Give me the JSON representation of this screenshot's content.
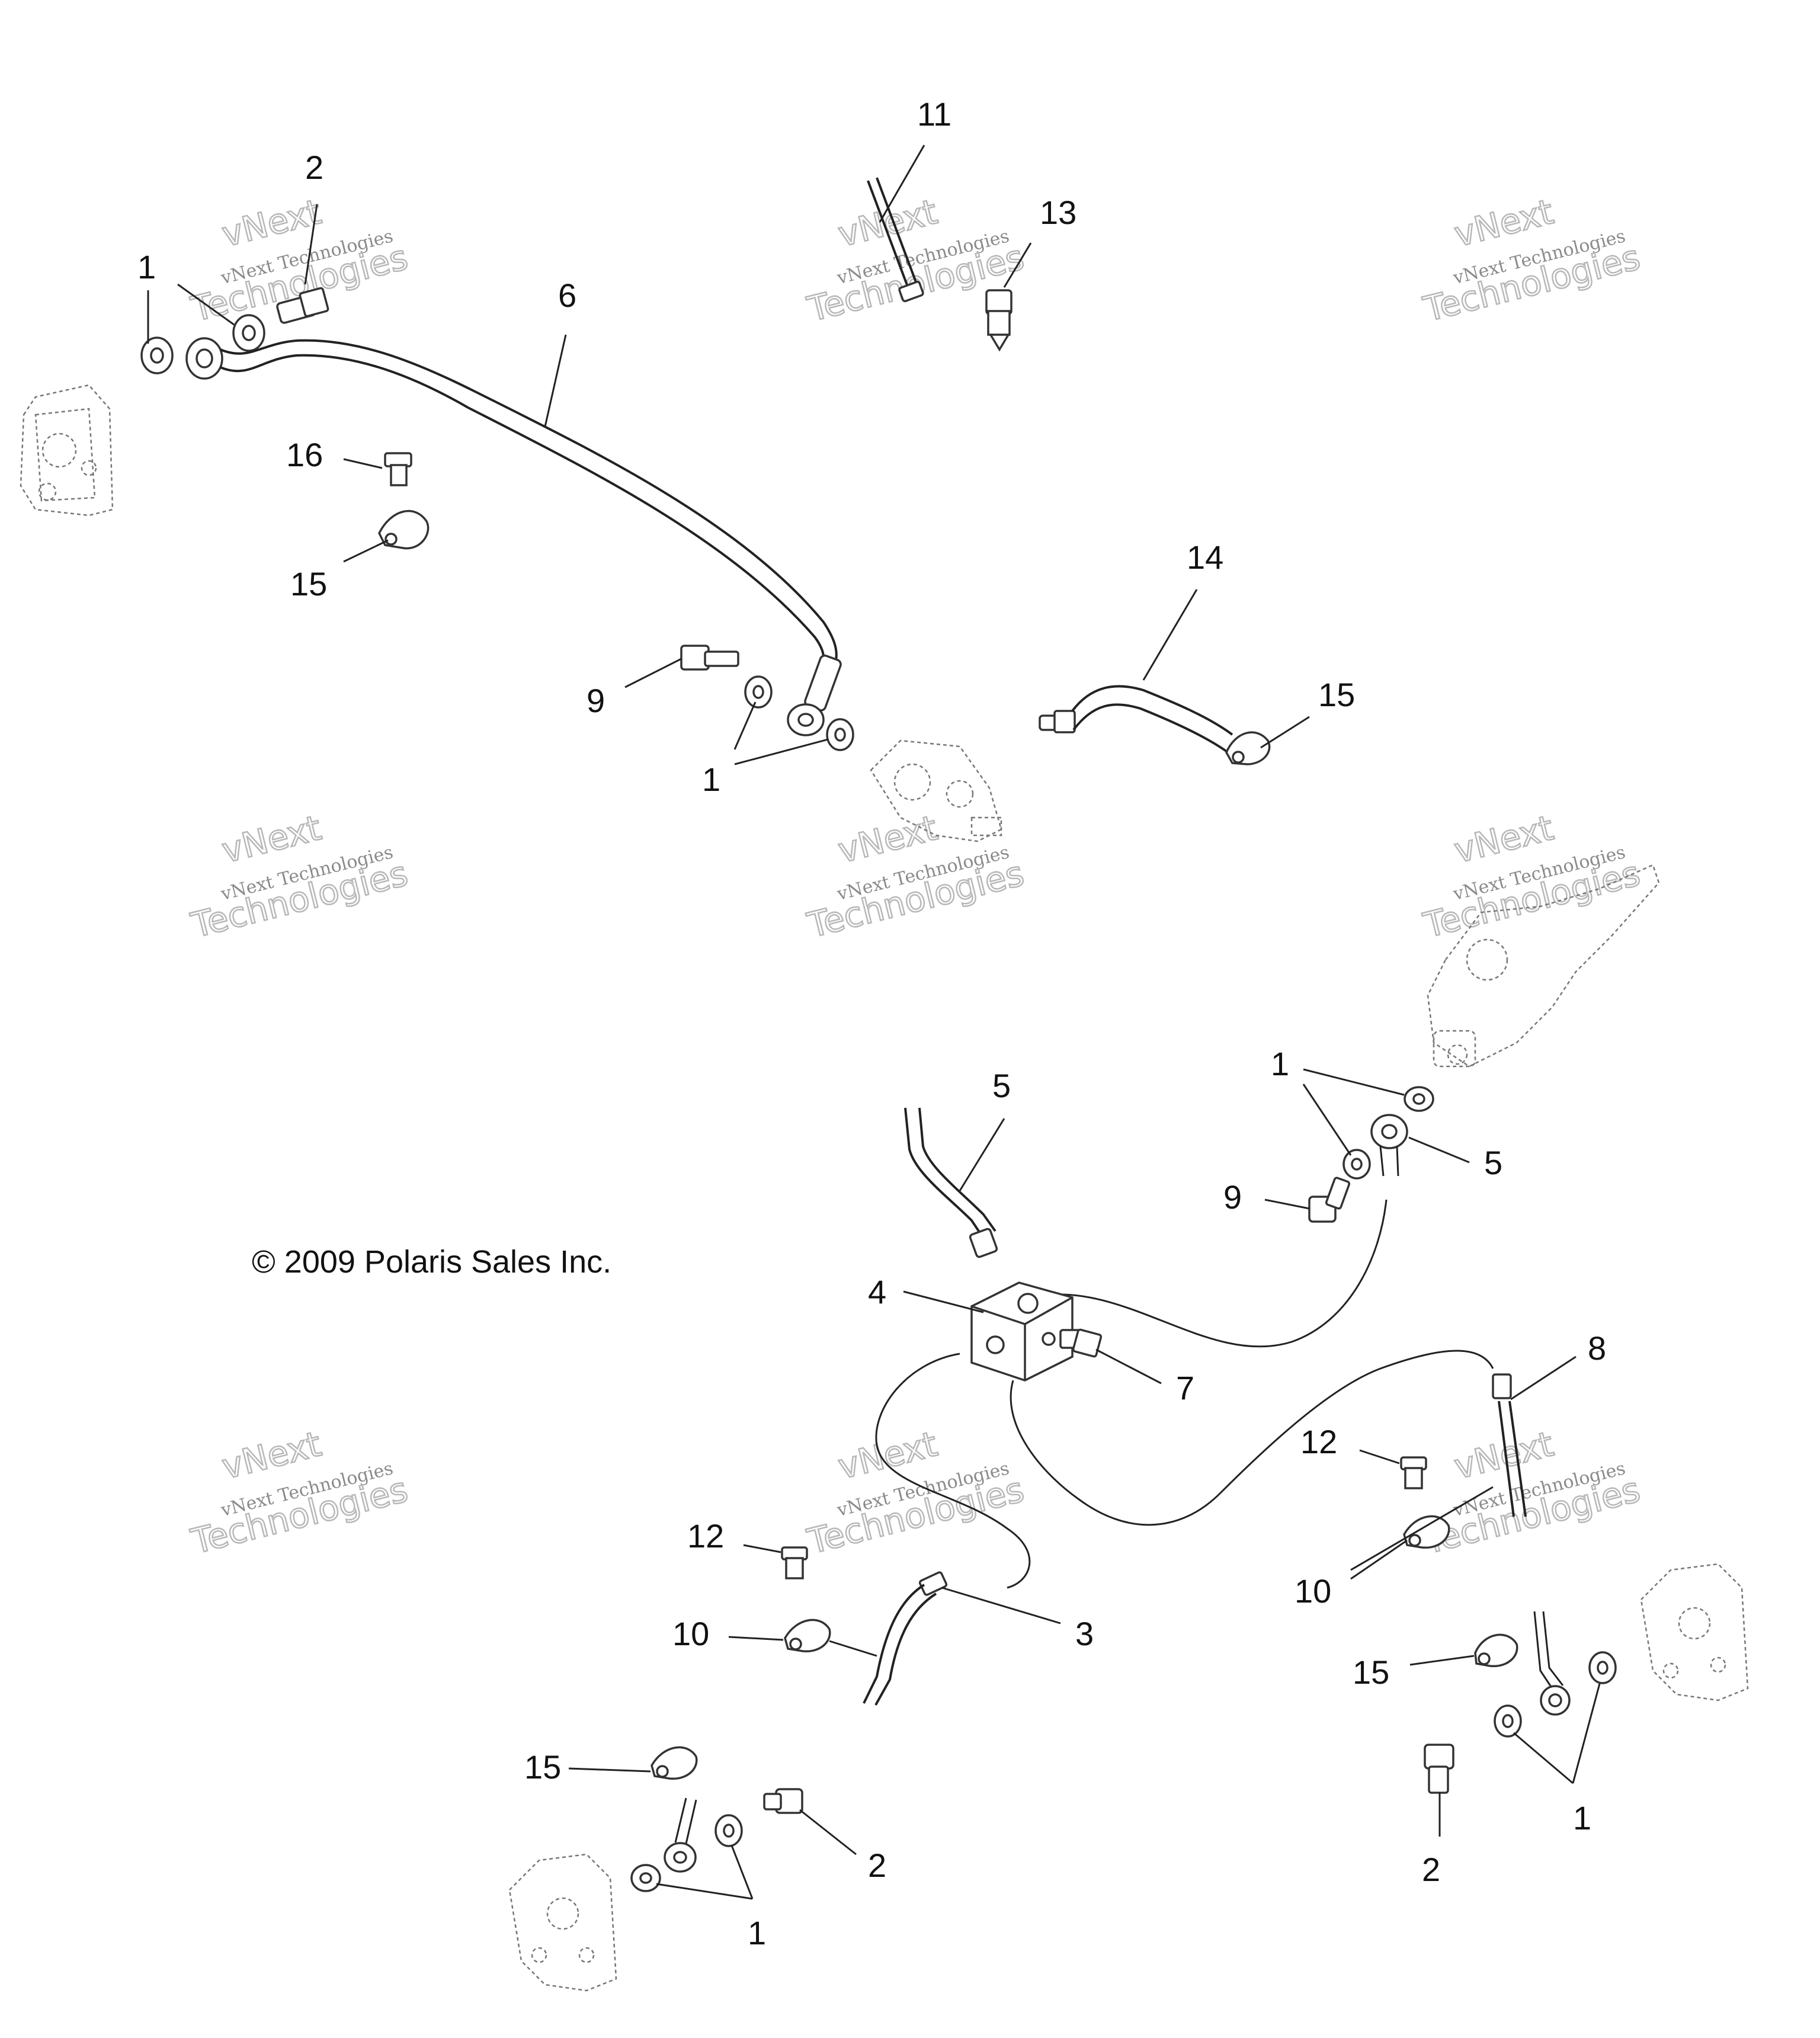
{
  "watermark": {
    "line1": "vNext",
    "line2": "vNext Technologies",
    "line3": "Technologies"
  },
  "copyright": "© 2009 Polaris Sales Inc.",
  "callouts": [
    "1",
    "2",
    "6",
    "16",
    "15",
    "11",
    "13",
    "9",
    "1",
    "14",
    "15",
    "5",
    "1",
    "5",
    "9",
    "4",
    "7",
    "8",
    "12",
    "12",
    "10",
    "3",
    "10",
    "15",
    "15",
    "2",
    "1",
    "2",
    "1"
  ]
}
